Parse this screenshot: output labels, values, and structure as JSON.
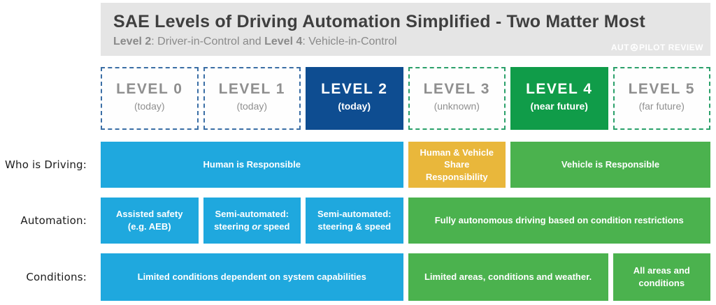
{
  "header": {
    "title": "SAE Levels of Driving Automation Simplified - Two Matter Most",
    "subtitle": {
      "bold1": "Level 2",
      "mid": ": Driver-in-Control and ",
      "bold2": "Level 4",
      "end": ": Vehicle-in-Control"
    },
    "watermark": {
      "pre": "AUT",
      "post": "PILOT REVIEW"
    }
  },
  "levels": [
    {
      "name": "LEVEL 0",
      "note": "(today)"
    },
    {
      "name": "LEVEL 1",
      "note": "(today)"
    },
    {
      "name": "LEVEL 2",
      "note": "(today)"
    },
    {
      "name": "LEVEL 3",
      "note": "(unknown)"
    },
    {
      "name": "LEVEL 4",
      "note": "(near future)"
    },
    {
      "name": "LEVEL 5",
      "note": "(far future)"
    }
  ],
  "rows": {
    "who": {
      "label": "Who is Driving:",
      "human": "Human is Responsible",
      "shared": "Human & Vehicle Share Responsibility",
      "vehicle": "Vehicle is Responsible"
    },
    "automation": {
      "label": "Automation:",
      "assisted": {
        "line1": "Assisted safety",
        "line2": "(e.g. AEB)"
      },
      "semi_or": {
        "line1": "Semi-automated:",
        "pre": "steering ",
        "italic": "or",
        "post": " speed"
      },
      "semi_and": {
        "line1": "Semi-automated:",
        "line2": "steering & speed"
      },
      "full": "Fully autonomous driving based on condition restrictions"
    },
    "conditions": {
      "label": "Conditions:",
      "limited": "Limited conditions dependent on system capabilities",
      "areas": "Limited areas, conditions and weather.",
      "all": "All areas and conditions"
    }
  },
  "colors": {
    "header_bg": "#e5e5e5",
    "cyan": "#1fa8de",
    "navy": "#0e4d91",
    "green_dark": "#109c49",
    "green": "#4bb24e",
    "yellow": "#e9b73b",
    "dash_blue": "#3a6ea5",
    "dash_green": "#2aa06a"
  }
}
